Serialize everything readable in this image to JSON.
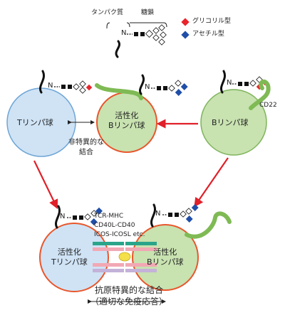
{
  "legend": {
    "protein": "タンパク質",
    "glycan": "糖鎖",
    "glycolyl": "グリコリル型",
    "acetyl": "アセチル型",
    "nitrogen": "N",
    "colors": {
      "glycolyl": "#e8242c",
      "acetyl": "#1f4ea8"
    }
  },
  "top_row": {
    "t_cell": "Tリンパ球",
    "activated_b_line1": "活性化",
    "activated_b_line2": "Bリンパ球",
    "b_cell": "Bリンパ球",
    "cd22": "CD22",
    "nonspecific_line1": "非特異的な",
    "nonspecific_line2": "結合"
  },
  "bottom_row": {
    "activated_t_line1": "活性化",
    "activated_t_line2": "Tリンパ球",
    "activated_b_line1": "活性化",
    "activated_b_line2": "Bリンパ球",
    "pairs": [
      "TCR-MHC",
      "CD40L-CD40",
      "ICOS-ICOSL etc."
    ],
    "specific_line1": "抗原特異的な結合",
    "specific_line2": "（適切な免疫応答）"
  },
  "colors": {
    "t_cell_fill": "#cfe3f5",
    "t_cell_stroke": "#6fa6d6",
    "b_cell_fill": "#c8e2b0",
    "b_cell_stroke": "#7fb55c",
    "activated_stroke": "#e8562c",
    "cd22": "#7fba54",
    "arrow": "#e0202a"
  }
}
